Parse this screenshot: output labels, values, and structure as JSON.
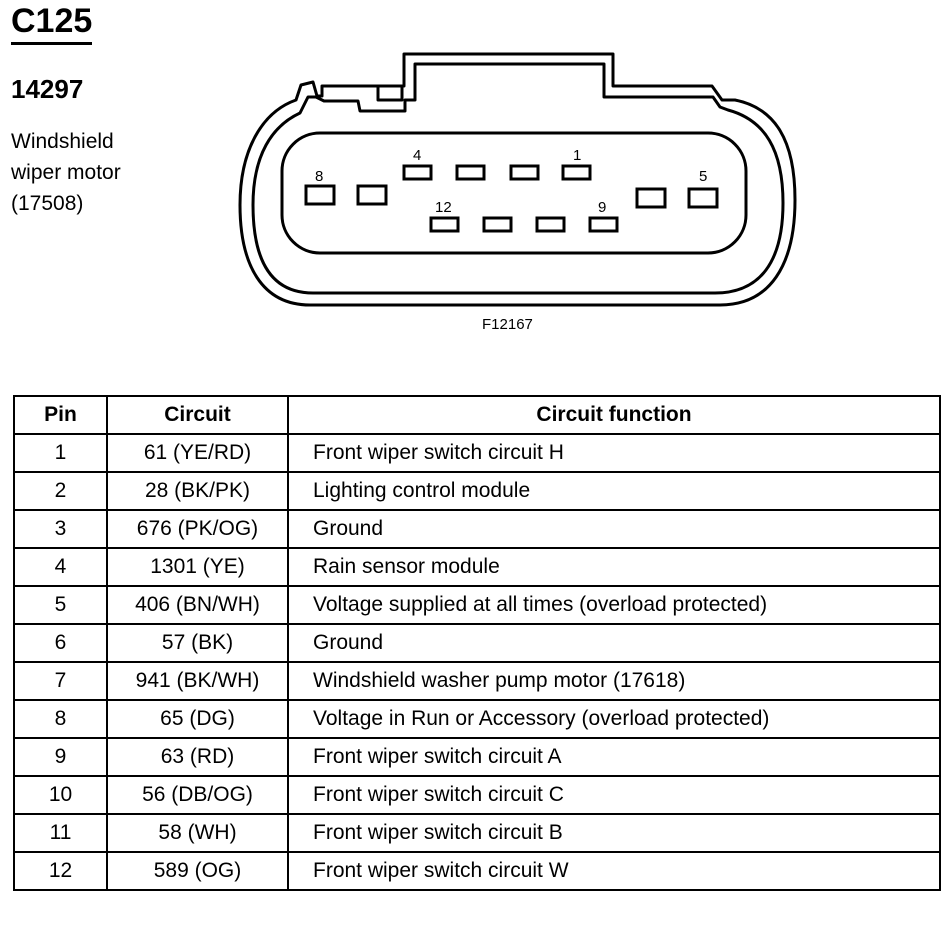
{
  "header": {
    "connector_id": "C125",
    "part_number": "14297",
    "description_lines": [
      "Windshield",
      "wiper motor",
      "(17508)"
    ]
  },
  "diagram": {
    "figure_code": "F12167",
    "pin_labels": {
      "top_left": "4",
      "top_right": "1",
      "left": "8",
      "right": "5",
      "bottom_left": "12",
      "bottom_right": "9"
    }
  },
  "table": {
    "headers": {
      "pin": "Pin",
      "circuit": "Circuit",
      "function": "Circuit function"
    },
    "rows": [
      {
        "pin": "1",
        "circuit": "61 (YE/RD)",
        "function": "Front wiper switch circuit H"
      },
      {
        "pin": "2",
        "circuit": "28 (BK/PK)",
        "function": "Lighting control module"
      },
      {
        "pin": "3",
        "circuit": "676 (PK/OG)",
        "function": "Ground"
      },
      {
        "pin": "4",
        "circuit": "1301 (YE)",
        "function": "Rain sensor module"
      },
      {
        "pin": "5",
        "circuit": "406 (BN/WH)",
        "function": "Voltage supplied at all times (overload protected)"
      },
      {
        "pin": "6",
        "circuit": "57 (BK)",
        "function": "Ground"
      },
      {
        "pin": "7",
        "circuit": "941 (BK/WH)",
        "function": "Windshield washer pump motor (17618)"
      },
      {
        "pin": "8",
        "circuit": "65 (DG)",
        "function": "Voltage in Run or Accessory (overload protected)"
      },
      {
        "pin": "9",
        "circuit": "63 (RD)",
        "function": "Front wiper switch circuit A"
      },
      {
        "pin": "10",
        "circuit": "56 (DB/OG)",
        "function": "Front wiper switch circuit C"
      },
      {
        "pin": "11",
        "circuit": "58 (WH)",
        "function": "Front wiper switch circuit B"
      },
      {
        "pin": "12",
        "circuit": "589 (OG)",
        "function": "Front wiper switch circuit W"
      }
    ]
  }
}
